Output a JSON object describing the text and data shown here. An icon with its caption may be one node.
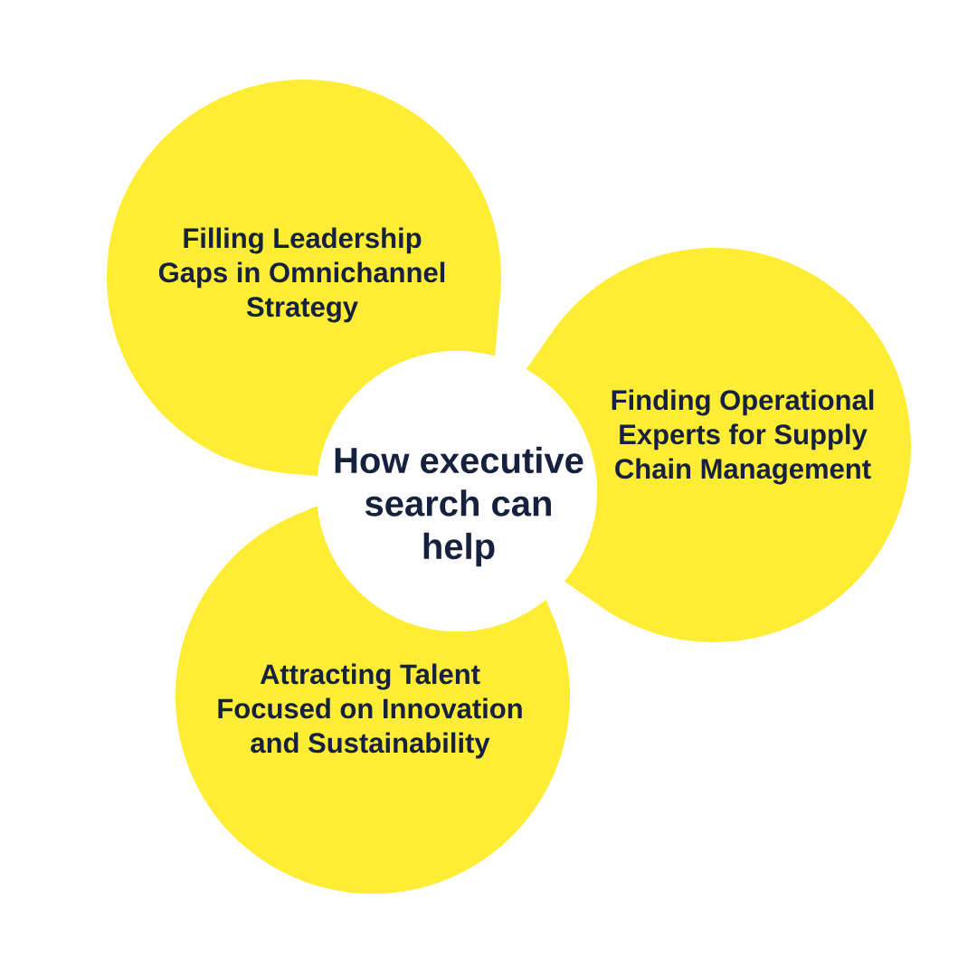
{
  "diagram": {
    "nodes": [
      {
        "text": [
          "How executive search can help"
        ]
      },
      {
        "text": [
          "Filling Leadership Gaps in Omnichannel Strategy"
        ]
      },
      {
        "text": [
          "Finding Operational Experts for Supply Chain Management"
        ]
      },
      {
        "text": [
          "Attracting Talent Focused on Innovation and Sustainability"
        ]
      }
    ]
  }
}
